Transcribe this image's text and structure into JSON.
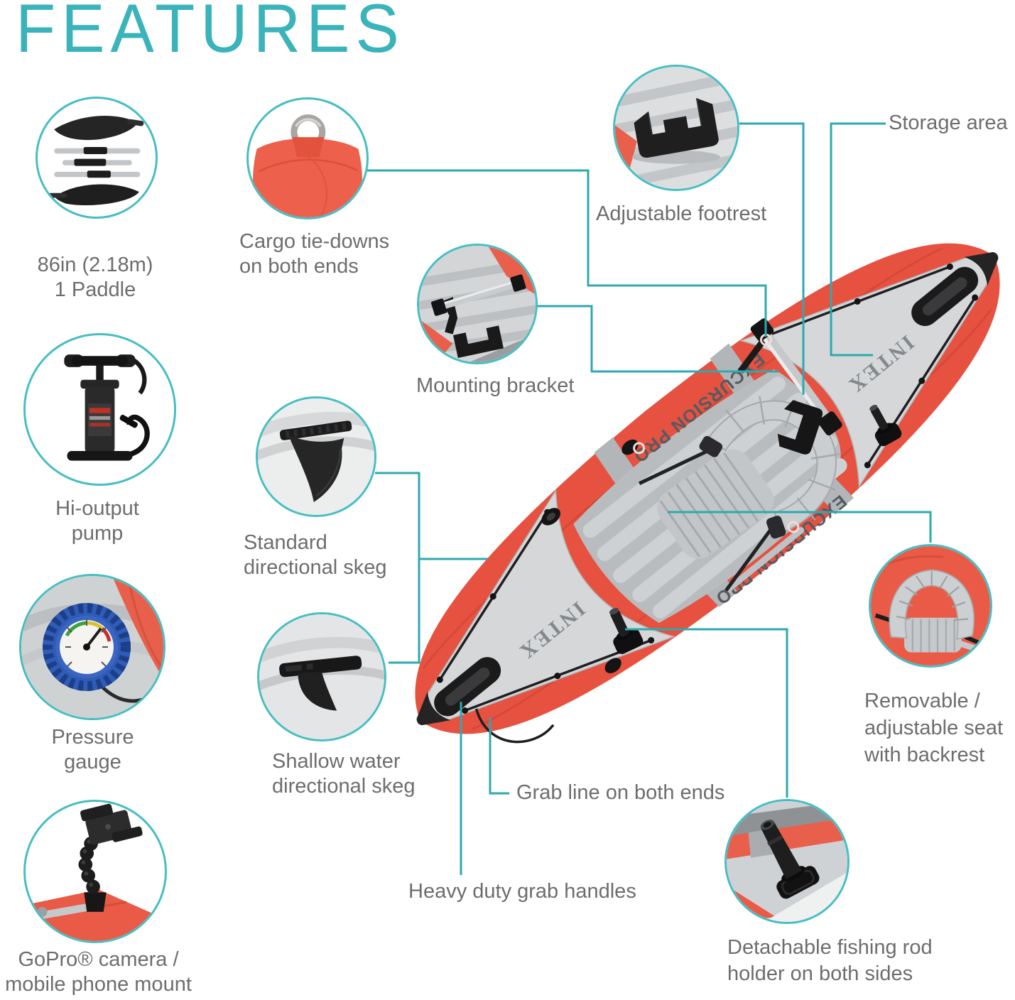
{
  "title": "FEATURES",
  "colors": {
    "accent_teal": "#3ab3ba",
    "connector_teal": "#2ea9af",
    "circle_border_teal": "#46bec3",
    "label_grey": "#6d6d6d",
    "hull_red": "#e65140",
    "deck_grey": "#d5d7d9",
    "floor_grey": "#b9bcbe"
  },
  "kayak": {
    "brand": "INTEX",
    "model": "EXCURSION PRO"
  },
  "features": [
    {
      "id": "paddle",
      "label_lines": [
        "86in (2.18m)",
        "1 Paddle"
      ]
    },
    {
      "id": "cargo",
      "label_lines": [
        "Cargo tie-downs",
        "on both ends"
      ]
    },
    {
      "id": "pump",
      "label_lines": [
        "Hi-output",
        "pump"
      ]
    },
    {
      "id": "gauge",
      "label_lines": [
        "Pressure",
        "gauge"
      ]
    },
    {
      "id": "gopro",
      "label_lines": [
        "GoPro® camera /",
        "mobile phone mount"
      ]
    },
    {
      "id": "bracket",
      "label_lines": [
        "Mounting bracket"
      ]
    },
    {
      "id": "std-skeg",
      "label_lines": [
        "Standard",
        "directional skeg"
      ]
    },
    {
      "id": "shallow-skeg",
      "label_lines": [
        "Shallow water",
        "directional skeg"
      ]
    },
    {
      "id": "footrest",
      "label_lines": [
        "Adjustable footrest"
      ]
    },
    {
      "id": "storage",
      "label_lines": [
        "Storage area"
      ]
    },
    {
      "id": "seat",
      "label_lines": [
        "Removable /",
        "adjustable seat",
        "with backrest"
      ]
    },
    {
      "id": "grab-line",
      "label_lines": [
        "Grab line on both ends"
      ]
    },
    {
      "id": "handles",
      "label_lines": [
        "Heavy duty grab handles"
      ]
    },
    {
      "id": "rod-holder",
      "label_lines": [
        "Detachable fishing rod",
        "holder on both sides"
      ]
    }
  ]
}
